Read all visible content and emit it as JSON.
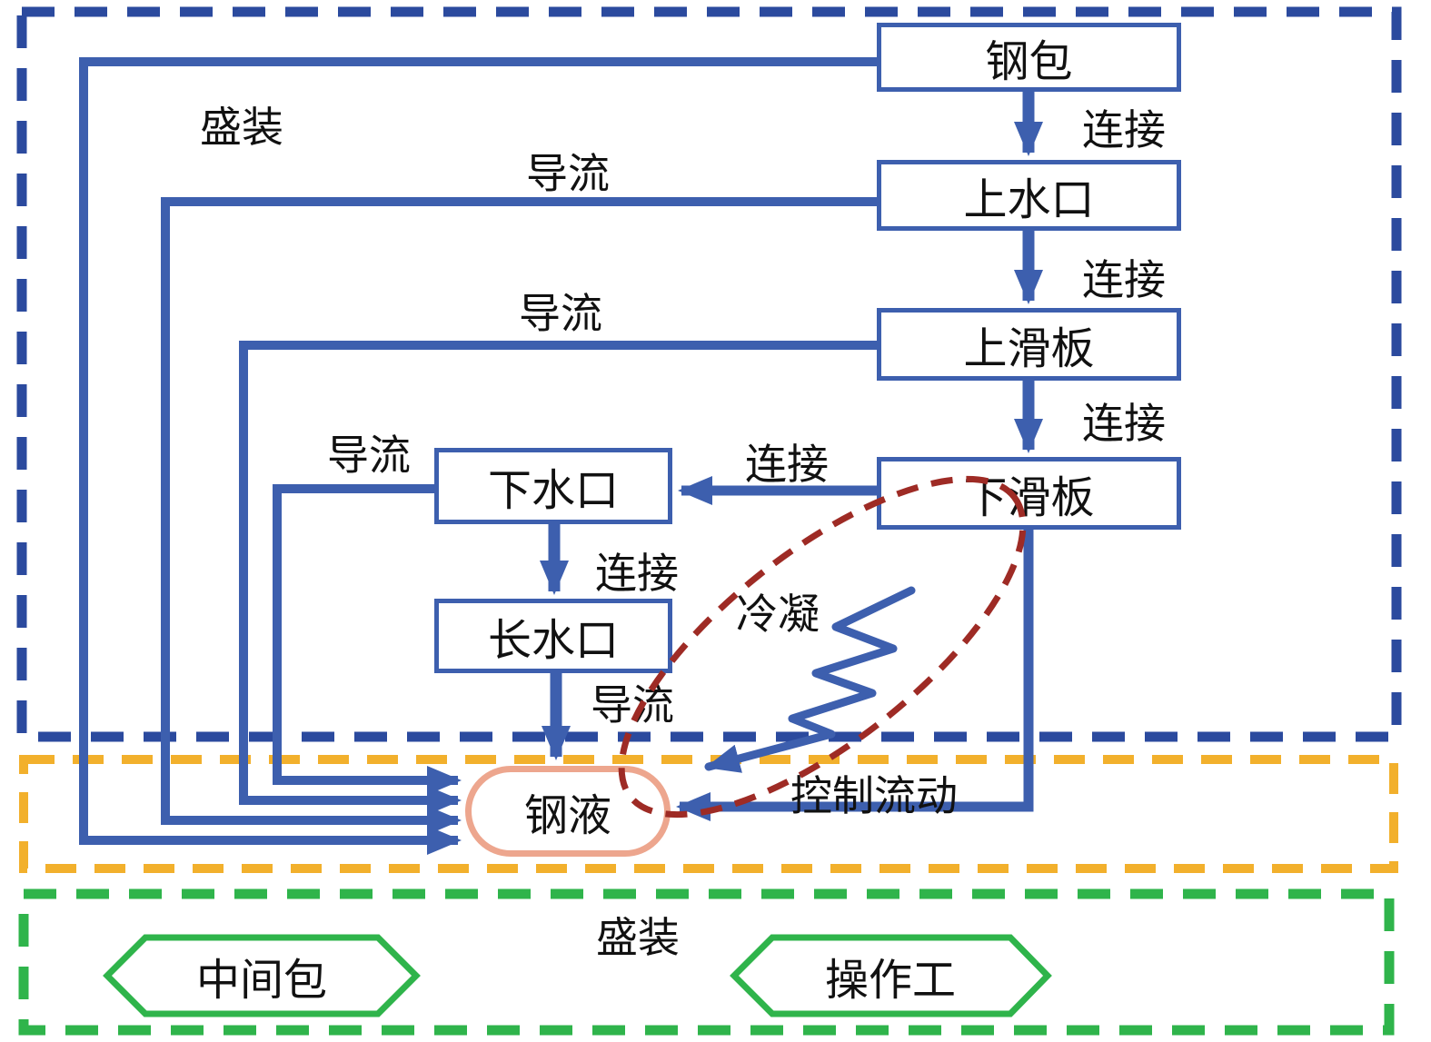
{
  "title": "tundish-casting-structure-diagram",
  "nodes": {
    "ladle": "钢包",
    "upper_nozzle": "上水口",
    "upper_slide": "上滑板",
    "lower_slide": "下滑板",
    "lower_nozzle": "下水口",
    "long_nozzle": "长水口",
    "molten_steel": "钢液",
    "tundish": "中间包",
    "operator": "操作工"
  },
  "labels": {
    "contain_top": "盛装",
    "divert_top": "导流",
    "divert_mid": "导流",
    "divert_lower": "导流",
    "divert_long_nozzle": "导流",
    "connect_1": "连接",
    "connect_2": "连接",
    "connect_3": "连接",
    "connect_4": "连接",
    "connect_5": "连接",
    "condense": "冷凝",
    "control_flow": "控制流动",
    "contain_bottom": "盛装"
  },
  "colors": {
    "edge_blue": "#3d5fae",
    "region_blue": "#2b4a9e",
    "region_orange": "#f2b02c",
    "region_green": "#2fb44b",
    "ellipse_red": "#9e2b25",
    "steel_salmon": "#eda68e",
    "text": "#111111"
  }
}
